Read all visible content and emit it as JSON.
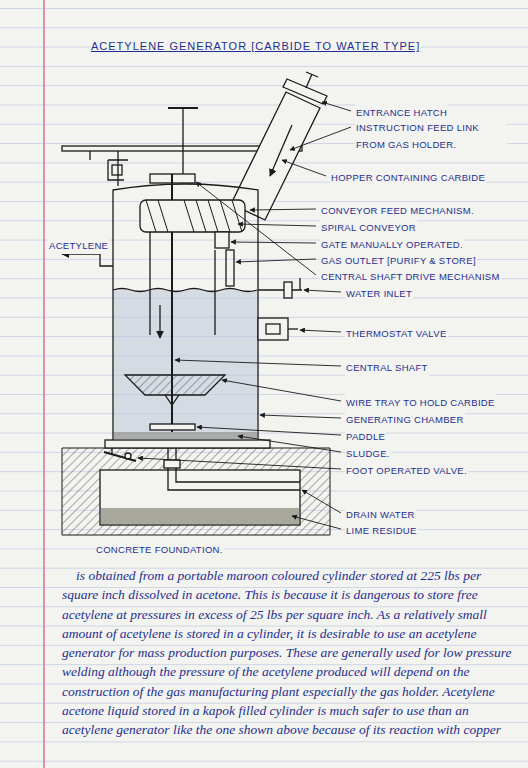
{
  "diagram": {
    "title": "ACETYLENE GENERATOR [CARBIDE TO WATER TYPE]",
    "labels": [
      "ENTRANCE HATCH",
      "INSTRUCTION FEED LINK FROM GAS HOLDER.",
      "HOPPER CONTAINING CARBIDE",
      "CONVEYOR FEED MECHANISM.",
      "SPIRAL CONVEYOR",
      "GATE MANUALLY OPERATED.",
      "GAS OUTLET [PURIFY & STORE]",
      "CENTRAL SHAFT DRIVE MECHANISM",
      "ACETYLENE",
      "WATER INLET",
      "THERMOSTAT VALVE",
      "CENTRAL SHAFT",
      "WIRE TRAY TO HOLD CARBIDE",
      "GENERATING CHAMBER",
      "PADDLE",
      "SLUDGE.",
      "FOOT OPERATED VALVE.",
      "DRAIN WATER",
      "LIME RESIDUE",
      "CONCRETE FOUNDATION.",
      "is obtained from a portable maroon coloured cylinder stored at 225 lbs per square inch dissolved in acetone. This is because it is dangerous to store free acetylene at pressures in excess of 25 lbs per square inch. As a relatively small amount of acetylene is stored in a cylinder, it is desirable to use an acetylene generator for mass production purposes. These are generally used for low pressure welding although the pressure of the acetylene produced will depend on the construction of the gas manufacturing plant especially the gas holder. Acetylene acetone liquid stored in a kapok filled cylinder is much safer to use than an acetylene generator like the one shown above because of its reaction with copper"
    ]
  }
}
